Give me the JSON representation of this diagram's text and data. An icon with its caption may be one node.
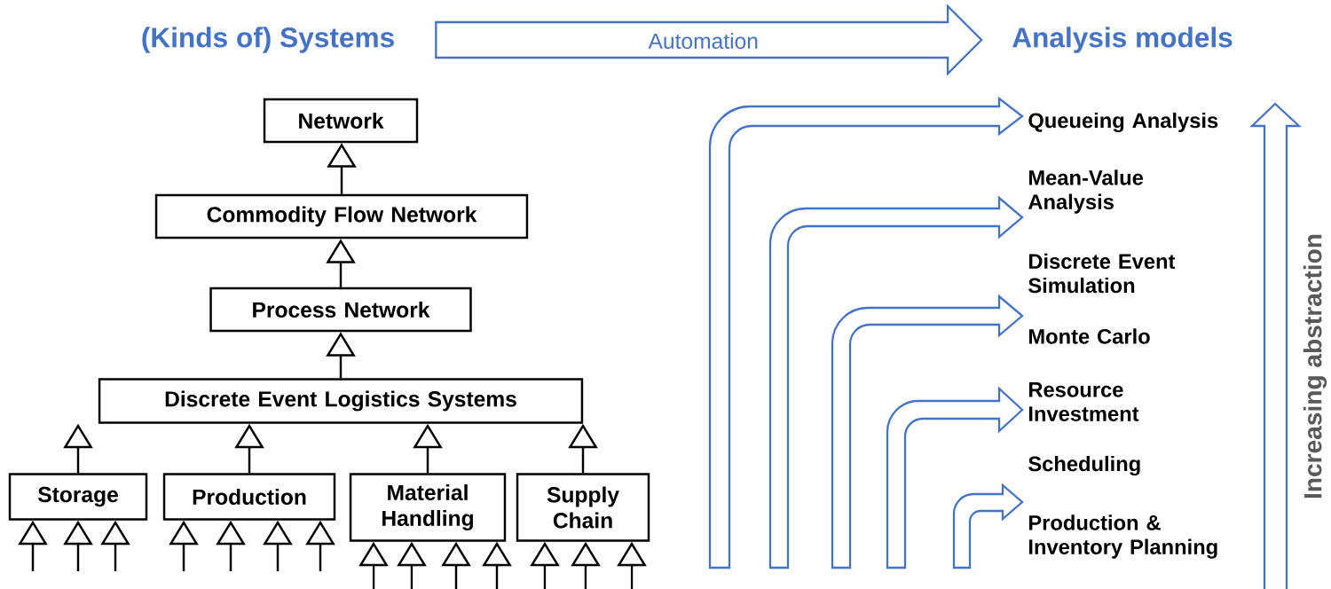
{
  "diagram": {
    "nodes": [
      {
        "text": [
          "(Kinds of) Systems"
        ]
      },
      {
        "text": [
          "Analysis models"
        ]
      },
      {
        "text": [
          "Network"
        ]
      },
      {
        "text": [
          "Commodity Flow Network"
        ]
      },
      {
        "text": [
          "Process Network"
        ]
      },
      {
        "text": [
          "Discrete Event Logistics Systems"
        ]
      },
      {
        "text": [
          "Storage"
        ]
      },
      {
        "text": [
          "Production"
        ]
      },
      {
        "text": [
          "Material Handling"
        ]
      },
      {
        "text": [
          "Supply Chain"
        ]
      },
      {
        "text": [
          "Queueing Analysis"
        ]
      },
      {
        "text": [
          "Mean-Value Analysis"
        ]
      },
      {
        "text": [
          "Discrete Event Simulation"
        ]
      },
      {
        "text": [
          "Monte Carlo"
        ]
      },
      {
        "text": [
          "Resource Investment"
        ]
      },
      {
        "text": [
          "Scheduling"
        ]
      },
      {
        "text": [
          "Production & Inventory Planning"
        ]
      }
    ],
    "edges": [
      {
        "from": 0,
        "to": 1,
        "arrow": "to",
        "label": "Automation"
      },
      {
        "from": 3,
        "to": 2,
        "arrow": "to"
      },
      {
        "from": 4,
        "to": 3,
        "arrow": "to"
      },
      {
        "from": 5,
        "to": 4,
        "arrow": "to"
      },
      {
        "from": 6,
        "to": 5,
        "arrow": "to"
      },
      {
        "from": 7,
        "to": 5,
        "arrow": "to"
      },
      {
        "from": 8,
        "to": 5,
        "arrow": "to"
      },
      {
        "from": 9,
        "to": 5,
        "arrow": "to"
      },
      {
        "from": null,
        "to": 6,
        "arrow": "to"
      },
      {
        "from": null,
        "to": 6,
        "arrow": "to"
      },
      {
        "from": null,
        "to": 6,
        "arrow": "to"
      },
      {
        "from": null,
        "to": 7,
        "arrow": "to"
      },
      {
        "from": null,
        "to": 7,
        "arrow": "to"
      },
      {
        "from": null,
        "to": 7,
        "arrow": "to"
      },
      {
        "from": null,
        "to": 7,
        "arrow": "to"
      },
      {
        "from": null,
        "to": 8,
        "arrow": "to"
      },
      {
        "from": null,
        "to": 8,
        "arrow": "to"
      },
      {
        "from": null,
        "to": 8,
        "arrow": "to"
      },
      {
        "from": null,
        "to": 8,
        "arrow": "to"
      },
      {
        "from": null,
        "to": 9,
        "arrow": "to"
      },
      {
        "from": null,
        "to": 9,
        "arrow": "to"
      },
      {
        "from": null,
        "to": 9,
        "arrow": "to"
      },
      {
        "from": null,
        "to": 10,
        "arrow": "to"
      },
      {
        "from": null,
        "to": 11,
        "arrow": "to"
      },
      {
        "from": null,
        "to": 13,
        "arrow": "to"
      },
      {
        "from": null,
        "to": 14,
        "arrow": "to"
      },
      {
        "from": null,
        "to": 16,
        "arrow": "to"
      }
    ],
    "labels": [
      "Increasing abstraction"
    ]
  }
}
